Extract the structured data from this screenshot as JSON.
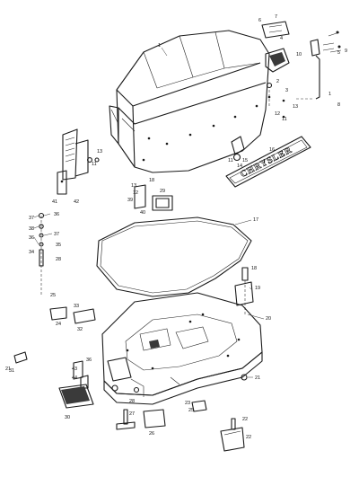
{
  "brand_text": "CHRYSLER",
  "callouts": [
    {
      "id": "c1a",
      "text": "1"
    },
    {
      "id": "c1b",
      "text": "1"
    },
    {
      "id": "c2",
      "text": "2"
    },
    {
      "id": "c3",
      "text": "3"
    },
    {
      "id": "c4",
      "text": "4"
    },
    {
      "id": "c5",
      "text": "5"
    },
    {
      "id": "c6",
      "text": "6"
    },
    {
      "id": "c7",
      "text": "7"
    },
    {
      "id": "c8",
      "text": "8"
    },
    {
      "id": "c9",
      "text": "9"
    },
    {
      "id": "c10",
      "text": "10"
    },
    {
      "id": "c11a",
      "text": "11"
    },
    {
      "id": "c11b",
      "text": "11"
    },
    {
      "id": "c11c",
      "text": "11"
    },
    {
      "id": "c12a",
      "text": "12"
    },
    {
      "id": "c12b",
      "text": "12"
    },
    {
      "id": "c13a",
      "text": "13"
    },
    {
      "id": "c13b",
      "text": "13"
    },
    {
      "id": "c13c",
      "text": "13"
    },
    {
      "id": "c14",
      "text": "14"
    },
    {
      "id": "c15",
      "text": "15"
    },
    {
      "id": "c16",
      "text": "16"
    },
    {
      "id": "c17",
      "text": "17"
    },
    {
      "id": "c18a",
      "text": "18"
    },
    {
      "id": "c18b",
      "text": "18"
    },
    {
      "id": "c19",
      "text": "19"
    },
    {
      "id": "c20",
      "text": "20"
    },
    {
      "id": "c21a",
      "text": "21"
    },
    {
      "id": "c21b",
      "text": "21"
    },
    {
      "id": "c22a",
      "text": "22"
    },
    {
      "id": "c22b",
      "text": "22"
    },
    {
      "id": "c23",
      "text": "23"
    },
    {
      "id": "c24",
      "text": "24"
    },
    {
      "id": "c25a",
      "text": "25"
    },
    {
      "id": "c25b",
      "text": "25"
    },
    {
      "id": "c26",
      "text": "26"
    },
    {
      "id": "c27",
      "text": "27"
    },
    {
      "id": "c28a",
      "text": "28"
    },
    {
      "id": "c28b",
      "text": "28"
    },
    {
      "id": "c29",
      "text": "29"
    },
    {
      "id": "c30",
      "text": "30"
    },
    {
      "id": "c31",
      "text": "31"
    },
    {
      "id": "c32",
      "text": "32"
    },
    {
      "id": "c33",
      "text": "33"
    },
    {
      "id": "c34",
      "text": "34"
    },
    {
      "id": "c35",
      "text": "35"
    },
    {
      "id": "c36a",
      "text": "36"
    },
    {
      "id": "c36b",
      "text": "36"
    },
    {
      "id": "c36c",
      "text": "36"
    },
    {
      "id": "c37a",
      "text": "37"
    },
    {
      "id": "c37b",
      "text": "37"
    },
    {
      "id": "c38",
      "text": "38"
    },
    {
      "id": "c39",
      "text": "39"
    },
    {
      "id": "c40",
      "text": "40"
    },
    {
      "id": "c41",
      "text": "41"
    },
    {
      "id": "c42",
      "text": "42"
    },
    {
      "id": "c43",
      "text": "43"
    },
    {
      "id": "c44",
      "text": "44"
    }
  ]
}
